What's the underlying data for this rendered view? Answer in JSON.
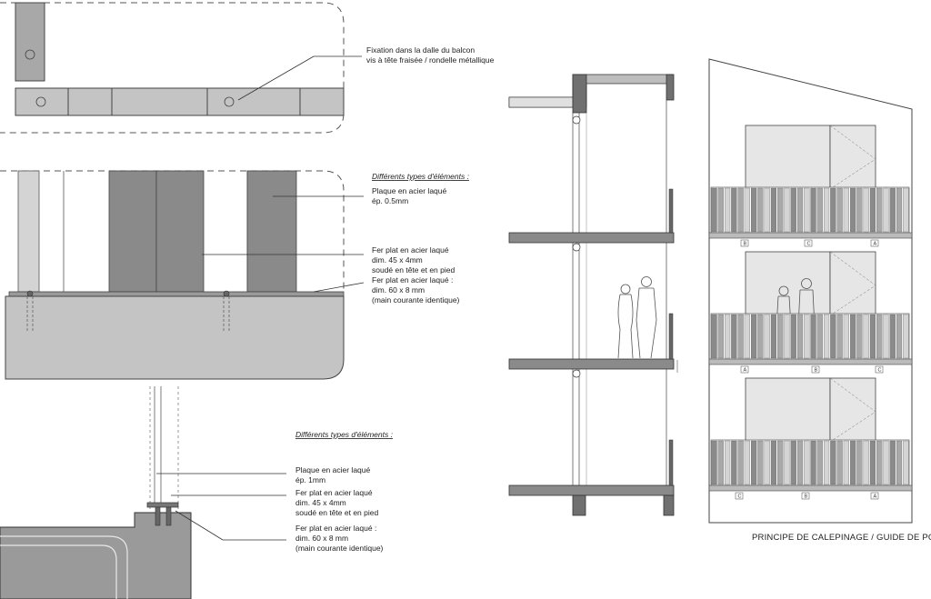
{
  "detail_top": {
    "note_line1": "Fixation dans la dalle du balcon",
    "note_line2": "vis à tête fraisée / rondelle métallique"
  },
  "detail_middle": {
    "heading": "Différents types d'éléments :",
    "note1_line1": "Plaque en acier laqué",
    "note1_line2": "ép. 0.5mm",
    "note2_line1": "Fer plat en acier laqué",
    "note2_line2": "dim. 45 x 4mm",
    "note2_line3": "soudé en tête et en pied",
    "note3_line1": "Fer plat en acier laqué  :",
    "note3_line2": "dim. 60 x 8 mm",
    "note3_line3": "(main courante identique)"
  },
  "detail_bottom": {
    "heading": "Différents types d'éléments :",
    "note1_line1": "Plaque en acier laqué",
    "note1_line2": "ép. 1mm",
    "note2_line1": "Fer plat en acier laqué",
    "note2_line2": "dim. 45 x 4mm",
    "note2_line3": "soudé en tête et en pied",
    "note3_line1": "Fer plat en acier laqué  :",
    "note3_line2": "dim. 60 x 8 mm",
    "note3_line3": "(main courante identique)"
  },
  "elevation": {
    "title": "PRINCIPE DE CALEPINAGE / GUIDE DE POSE",
    "floor1_tags": [
      "B",
      "C",
      "A"
    ],
    "floor2_tags": [
      "A",
      "B",
      "C"
    ],
    "floor3_tags": [
      "C",
      "B",
      "A"
    ]
  },
  "colors": {
    "line": "#333333",
    "panel_dark": "#8a8a8a",
    "panel_mid": "#a8a8a8",
    "panel_light": "#d4d4d4",
    "slab": "#9a9a9a",
    "wall_fill": "#e6e6e6"
  }
}
